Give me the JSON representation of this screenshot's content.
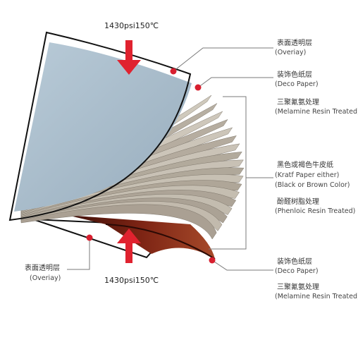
{
  "pressure_top": "1430psi150℃",
  "pressure_bottom": "1430psi150℃",
  "labels": {
    "overlay_top_cn": "表面透明层",
    "overlay_top_en": "(Overiay)",
    "deco_top_cn": "装饰色纸层",
    "deco_top_en": "(Deco Paper)",
    "melamine_top_cn": "三聚氰氨处理",
    "melamine_top_en": "(Melamine Resin Treated)",
    "kraft_cn": "黑色或褐色牛皮纸",
    "kraft_en1": "(Kratf Paper either)",
    "kraft_en2": "(Black or Brown Color)",
    "phenolic_cn": "酚醛树脂处理",
    "phenolic_en": "(Phenloic Resin Treated)",
    "deco_bottom_cn": "装饰色纸层",
    "deco_bottom_en": "(Deco Paper)",
    "melamine_bottom_cn": "三聚氰氨处理",
    "melamine_bottom_en": "(Melamine Resin Treated)",
    "overlay_bottom_cn": "表面透明层",
    "overlay_bottom_en": "(Overiay)"
  },
  "colors": {
    "overlay_sheet": "#ffffff",
    "deco_paper": "#a9bdcc",
    "kraft_light": "#d8d2c6",
    "kraft_dark": "#9e9486",
    "bottom_deco": "#7a1e12",
    "arrow": "#e0222f",
    "marker": "#d81f2f",
    "leader": "#777777"
  },
  "kraft_sheet_count": 18
}
